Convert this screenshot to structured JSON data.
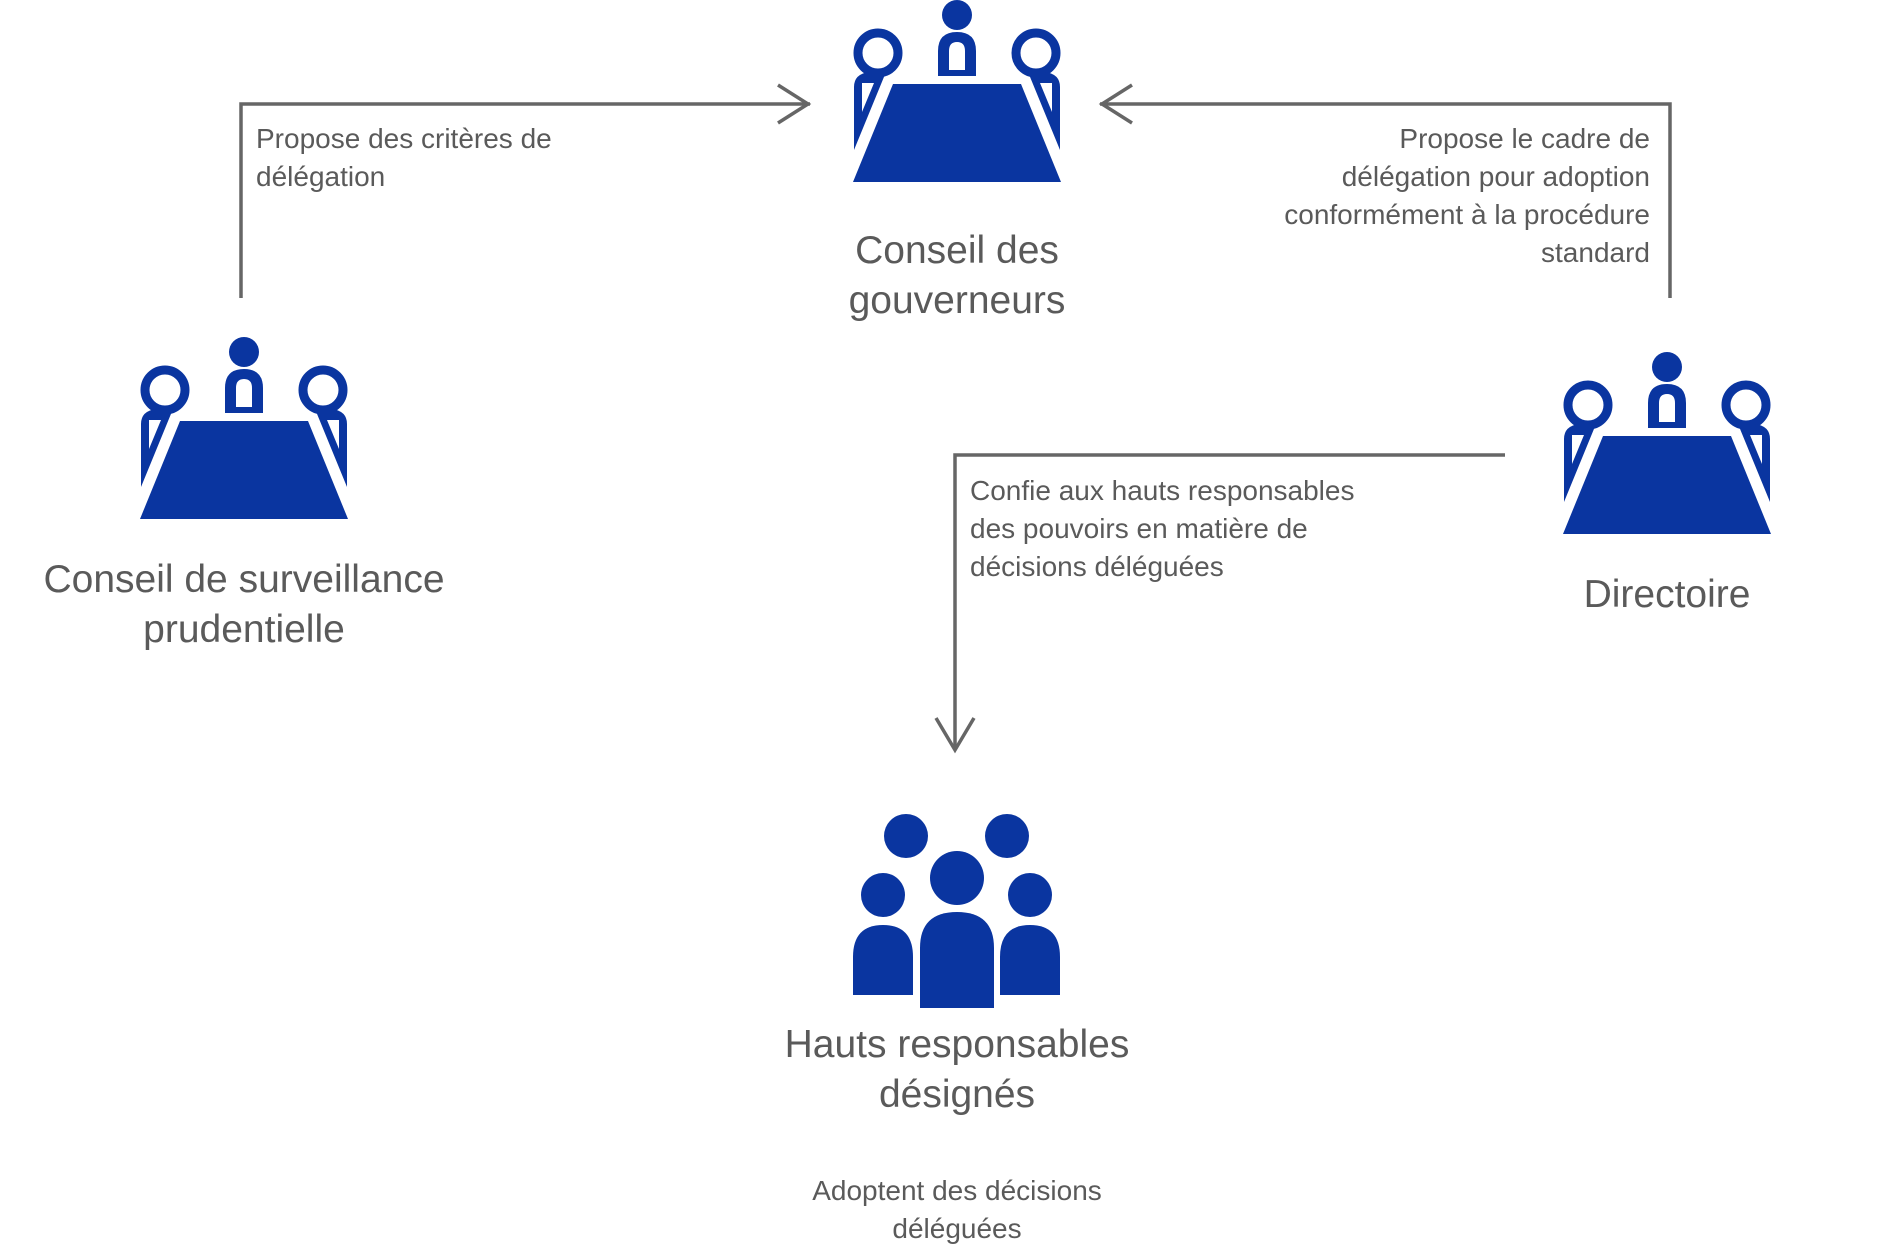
{
  "colors": {
    "icon": "#0a35a0",
    "arrow": "#666666",
    "text": "#5a5a5a"
  },
  "nodes": {
    "governors": {
      "icon": "meeting-table-icon",
      "label": [
        "Conseil des",
        "gouverneurs"
      ]
    },
    "supervisory": {
      "icon": "meeting-table-icon",
      "label": [
        "Conseil de surveillance",
        "prudentielle"
      ]
    },
    "executive": {
      "icon": "meeting-table-icon",
      "label": [
        "Directoire"
      ]
    },
    "senior": {
      "icon": "group-people-icon",
      "label": [
        "Hauts responsables",
        "désignés"
      ]
    }
  },
  "edges": {
    "supervisory_to_governors": [
      "Propose des critères de",
      "délégation"
    ],
    "executive_to_governors": [
      "Propose le cadre de",
      "délégation pour adoption",
      "conformément à la procédure",
      "standard"
    ],
    "executive_to_senior": [
      "Confie aux hauts responsables",
      "des pouvoirs en matière de",
      "décisions déléguées"
    ]
  },
  "senior_action": [
    "Adoptent des décisions",
    "déléguées"
  ]
}
